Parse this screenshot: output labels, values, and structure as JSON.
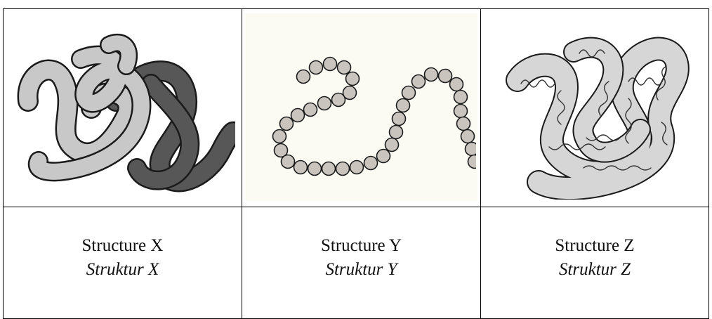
{
  "structures": [
    {
      "label": "Structure X",
      "label_ms": "Struktur X",
      "image": "tangled-two-tone-ribbon"
    },
    {
      "label": "Structure Y",
      "label_ms": "Struktur Y",
      "image": "bead-chain"
    },
    {
      "label": "Structure Z",
      "label_ms": "Struktur Z",
      "image": "folded-ribbon-with-wavy-line"
    }
  ],
  "colors": {
    "ribbon_light": "#c8c8c8",
    "ribbon_dark": "#575757",
    "bead": "#c9c4be",
    "outline": "#1a1a1a",
    "panel_bg": "#fcfbf3"
  }
}
